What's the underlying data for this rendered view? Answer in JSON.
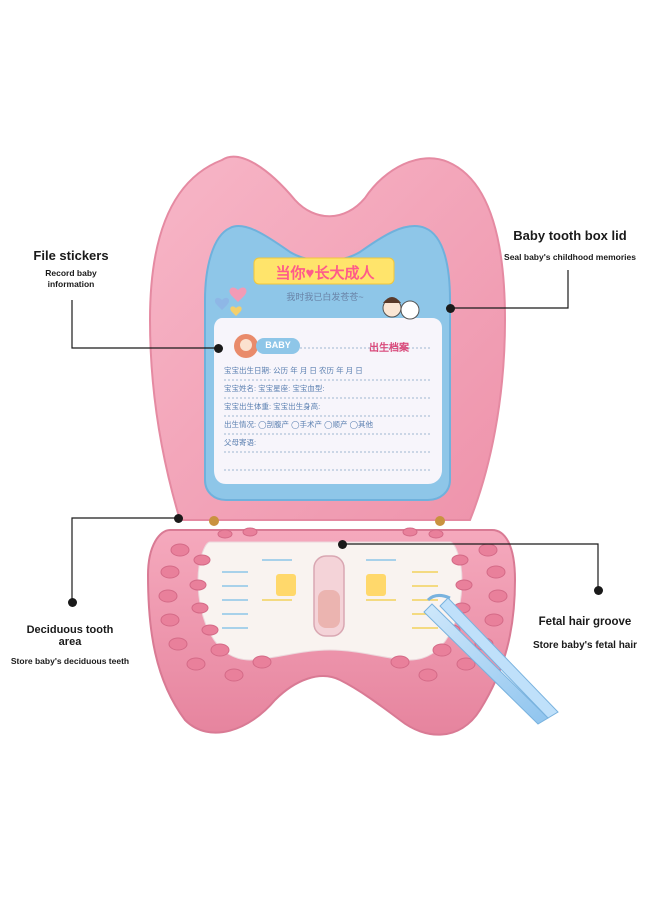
{
  "callouts": {
    "file_stickers": {
      "title": "File stickers",
      "desc_line1": "Record baby",
      "desc_line2": "information"
    },
    "lid": {
      "title": "Baby tooth box lid",
      "desc": "Seal baby's childhood memories"
    },
    "deciduous": {
      "title_line1": "Deciduous tooth",
      "title_line2": "area",
      "desc": "Store baby's deciduous teeth"
    },
    "fetal_hair": {
      "title": "Fetal hair groove",
      "desc": "Store baby's fetal hair"
    }
  },
  "card": {
    "banner": "当你♥长大成人",
    "sub": "我时我已白发苍苍~",
    "baby_tag": "BABY",
    "archive_title": "出生档案",
    "row1": "宝宝出生日期: 公历 年 月 日 农历 年 月 日",
    "row2": "宝宝姓名:      宝宝星座:      宝宝血型:",
    "row3": "宝宝出生体重:               宝宝出生身高:",
    "row4": "出生情况: ◯剖腹产  ◯手术产  ◯顺产  ◯其他",
    "row5": "父母寄语:"
  },
  "colors": {
    "box_pink": "#f3a3b8",
    "box_pink_dark": "#e88aa3",
    "card_blue": "#8ec6e8",
    "card_inner": "#f7f5fb",
    "text": "#1a1a1a"
  }
}
